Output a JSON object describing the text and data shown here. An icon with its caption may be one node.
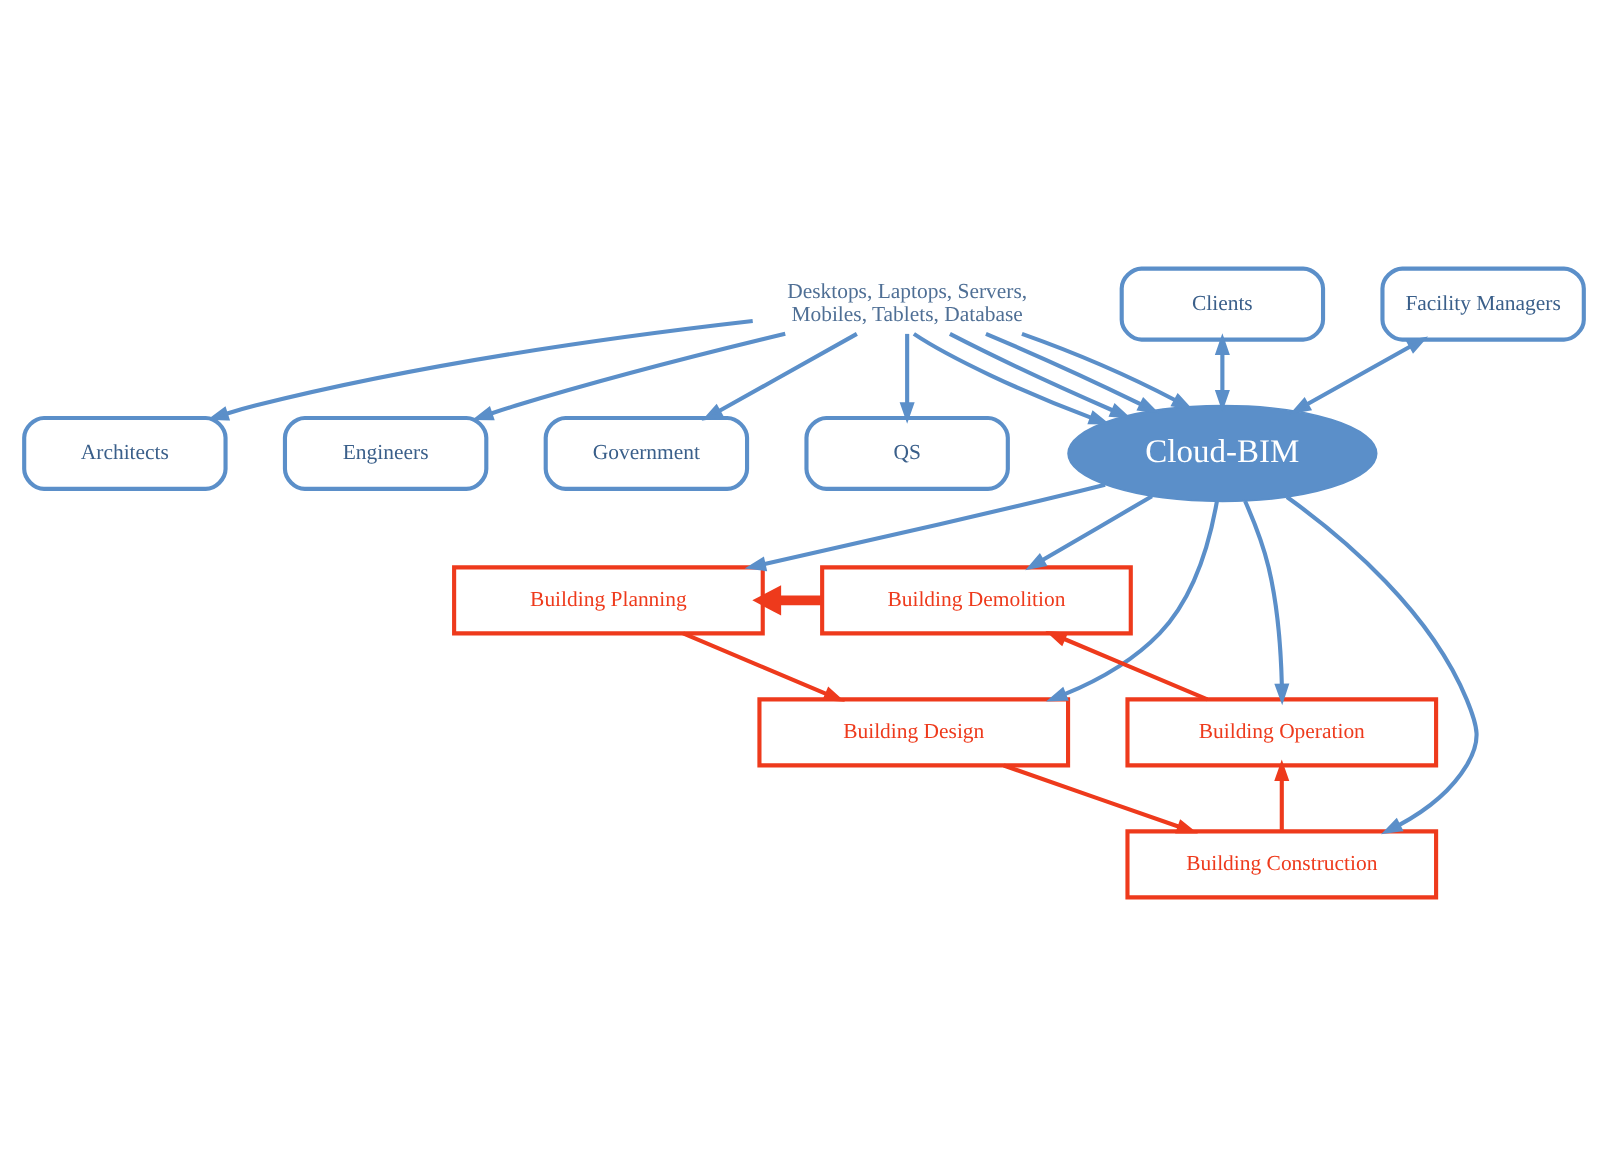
{
  "diagram": {
    "nodes": [
      {
        "text": [
          "Architects"
        ]
      },
      {
        "text": [
          "Engineers"
        ]
      },
      {
        "text": [
          "Government"
        ]
      },
      {
        "text": [
          "QS"
        ]
      },
      {
        "text": [
          "Clients"
        ]
      },
      {
        "text": [
          "Facility Managers"
        ]
      },
      {
        "text": [
          "Desktops, Laptops, Servers, Mobiles, Tablets, Database"
        ]
      },
      {
        "text": [
          "Cloud-BIM"
        ]
      },
      {
        "text": [
          "Building Planning"
        ]
      },
      {
        "text": [
          "Building Demolition"
        ]
      },
      {
        "text": [
          "Building Design"
        ]
      },
      {
        "text": [
          "Building Operation"
        ]
      },
      {
        "text": [
          "Building Construction"
        ]
      }
    ],
    "edges": [
      {
        "from": 6,
        "to": 2,
        "arrow": "to"
      },
      {
        "from": 6,
        "to": 0,
        "arrow": "to"
      },
      {
        "from": 6,
        "to": 1,
        "arrow": "to"
      },
      {
        "from": 6,
        "to": 3,
        "arrow": "to"
      },
      {
        "from": 4,
        "to": 7,
        "arrow": "both"
      },
      {
        "from": 6,
        "to": 7,
        "arrow": "to"
      },
      {
        "from": 6,
        "to": 7,
        "arrow": "to"
      },
      {
        "from": 6,
        "to": 7,
        "arrow": "to"
      },
      {
        "from": 6,
        "to": 7,
        "arrow": "to"
      },
      {
        "from": 5,
        "to": 7,
        "arrow": "both"
      },
      {
        "from": 7,
        "to": 8,
        "arrow": "to"
      },
      {
        "from": 7,
        "to": 10,
        "arrow": "to"
      },
      {
        "from": 7,
        "to": 12,
        "arrow": "to"
      },
      {
        "from": 7,
        "to": 11,
        "arrow": "to"
      },
      {
        "from": 7,
        "to": 9,
        "arrow": "to"
      },
      {
        "from": 9,
        "to": 8,
        "arrow": "to",
        "style": "thick",
        "color": "#ee3a1c"
      },
      {
        "from": 8,
        "to": 10,
        "arrow": "to",
        "color": "#ee3a1c"
      },
      {
        "from": 10,
        "to": 12,
        "arrow": "to",
        "color": "#ee3a1c"
      },
      {
        "from": 12,
        "to": 11,
        "arrow": "to",
        "color": "#ee3a1c"
      },
      {
        "from": 11,
        "to": 9,
        "arrow": "to",
        "color": "#ee3a1c"
      }
    ]
  }
}
